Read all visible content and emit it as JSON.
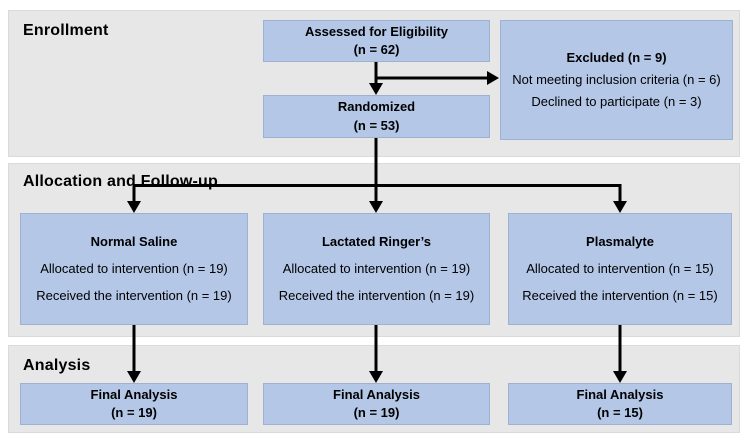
{
  "colors": {
    "box_fill": "#b4c7e7",
    "band_fill": "#e8e7e7",
    "arrow": "#000000"
  },
  "sections": {
    "enrollment": {
      "label": "Enrollment"
    },
    "allocation": {
      "label": "Allocation and Follow-up"
    },
    "analysis": {
      "label": "Analysis"
    }
  },
  "boxes": {
    "assessed": {
      "line1": "Assessed for Eligibility",
      "line2": "(n = 62)"
    },
    "excluded": {
      "title": "Excluded (n = 9)",
      "lines": [
        "Not meeting inclusion criteria (n = 6)",
        "Declined to participate (n = 3)"
      ]
    },
    "randomized": {
      "line1": "Randomized",
      "line2": "(n = 53)"
    },
    "arms": [
      {
        "title": "Normal Saline",
        "allocated": "Allocated to intervention (n = 19)",
        "received": "Received the intervention (n = 19)"
      },
      {
        "title": "Lactated Ringer’s",
        "allocated": "Allocated to intervention (n = 19)",
        "received": "Received the intervention (n = 19)"
      },
      {
        "title": "Plasmalyte",
        "allocated": "Allocated to intervention (n = 15)",
        "received": "Received the intervention (n = 15)"
      }
    ],
    "final": [
      {
        "line1": "Final Analysis",
        "line2": "(n = 19)"
      },
      {
        "line1": "Final Analysis",
        "line2": "(n = 19)"
      },
      {
        "line1": "Final Analysis",
        "line2": "(n = 15)"
      }
    ]
  }
}
